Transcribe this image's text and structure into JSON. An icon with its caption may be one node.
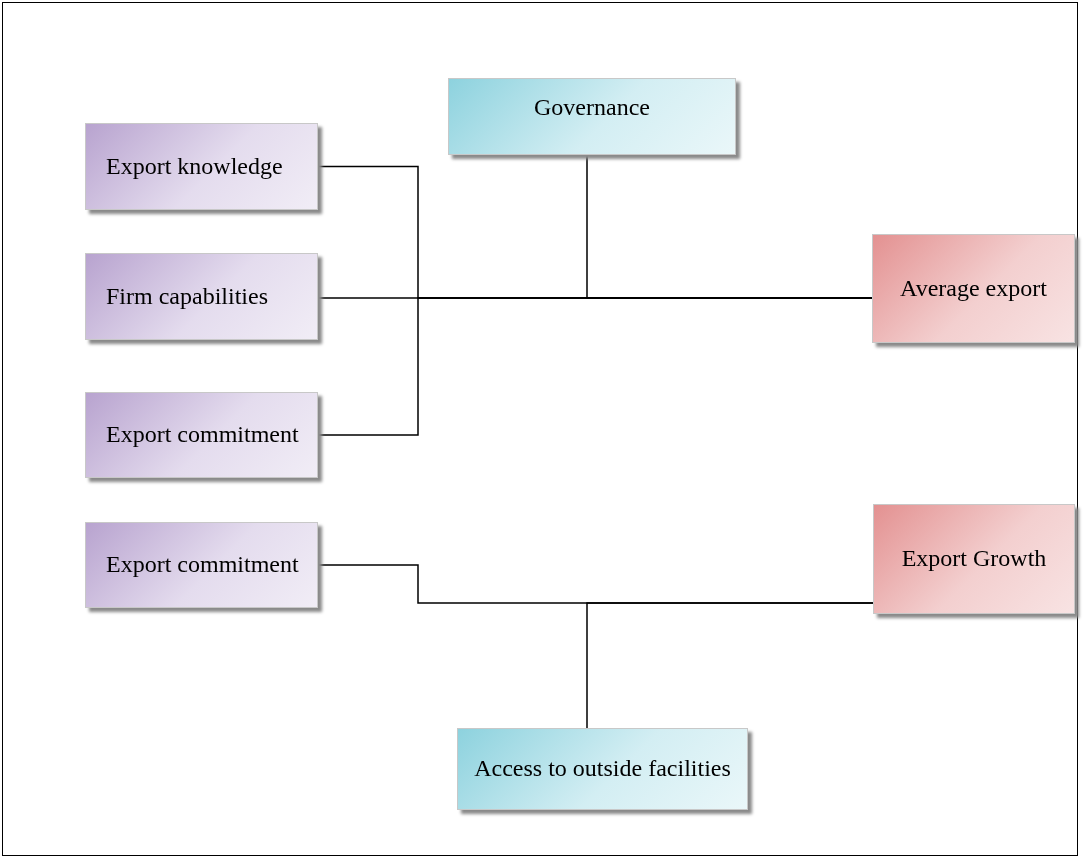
{
  "diagram": {
    "nodes": [
      {
        "text": [
          "Governance"
        ]
      },
      {
        "text": [
          "Export knowledge"
        ]
      },
      {
        "text": [
          "Firm capabilities"
        ]
      },
      {
        "text": [
          "Average export"
        ]
      },
      {
        "text": [
          "Export commitment"
        ]
      },
      {
        "text": [
          "Export commitment"
        ]
      },
      {
        "text": [
          "Export Growth"
        ]
      },
      {
        "text": [
          "Access to outside facilities"
        ]
      }
    ],
    "edges": [
      {
        "from": 1,
        "to": 3,
        "arrow": "none"
      },
      {
        "from": 2,
        "to": 3,
        "arrow": "none"
      },
      {
        "from": 4,
        "to": 3,
        "arrow": "none"
      },
      {
        "from": 0,
        "to": 3,
        "arrow": "none"
      },
      {
        "from": 5,
        "to": 6,
        "arrow": "none"
      },
      {
        "from": 7,
        "to": 6,
        "arrow": "none"
      }
    ]
  }
}
